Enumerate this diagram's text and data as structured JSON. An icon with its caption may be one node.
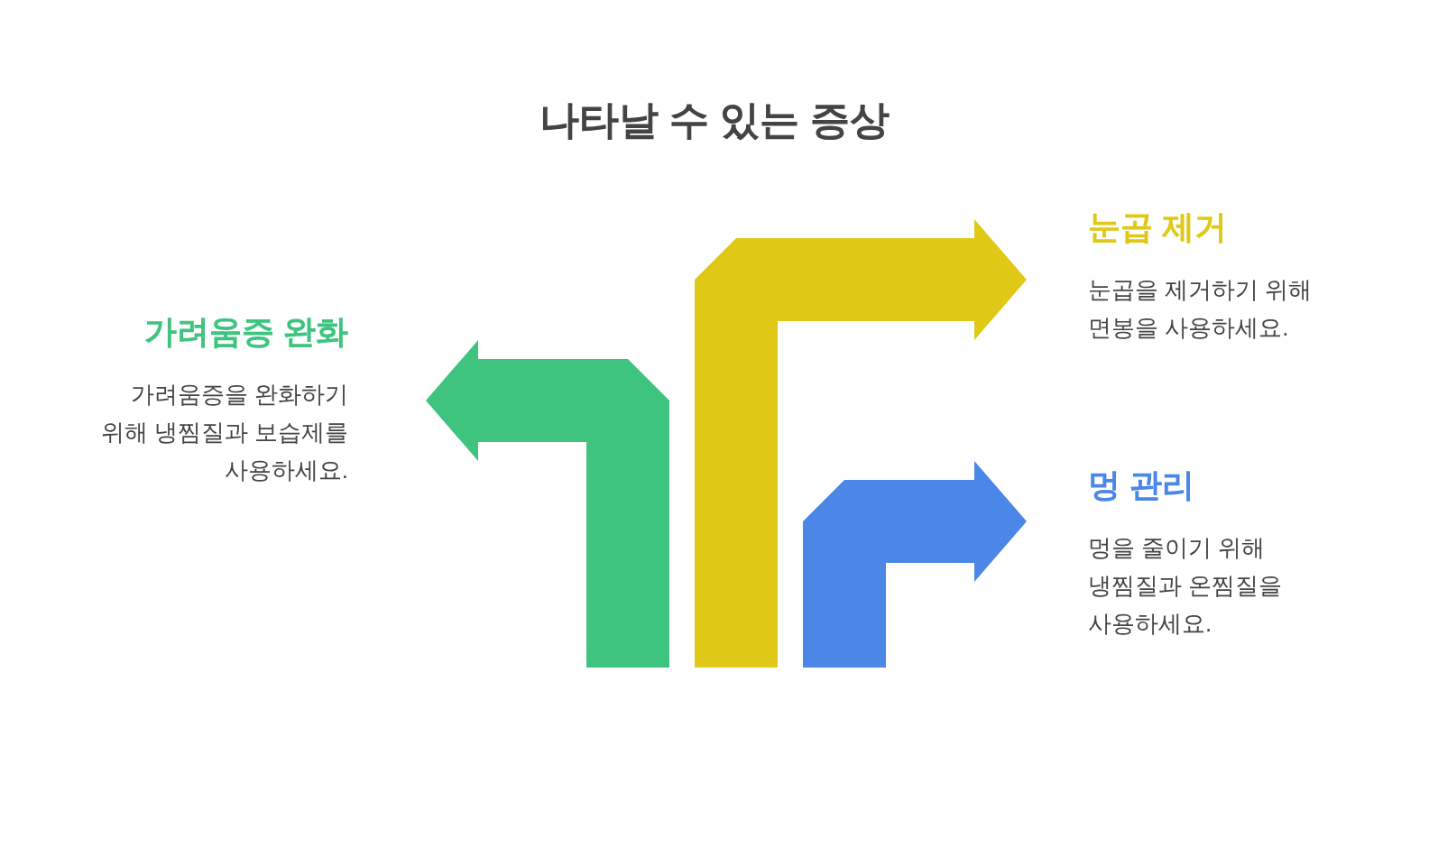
{
  "diagram": {
    "title": "나타날 수 있는 증상",
    "nodes": [
      {
        "text": [
          "가려움증 완화",
          "가려움증을 완화하기 위해 냉찜질과 보습제를 사용하세요."
        ]
      },
      {
        "text": [
          "눈곱 제거",
          "눈곱을 제거하기 위해 면봉을 사용하세요."
        ]
      },
      {
        "text": [
          "멍 관리",
          "멍을 줄이기 위해 냉찜질과 온찜질을 사용하세요."
        ]
      }
    ],
    "edges": [
      {
        "from": null,
        "to": 0,
        "arrow": "to",
        "color": "#3ec47f"
      },
      {
        "from": null,
        "to": 1,
        "arrow": "to",
        "color": "#dfc916"
      },
      {
        "from": null,
        "to": 2,
        "arrow": "to",
        "color": "#4b87e6"
      }
    ]
  }
}
